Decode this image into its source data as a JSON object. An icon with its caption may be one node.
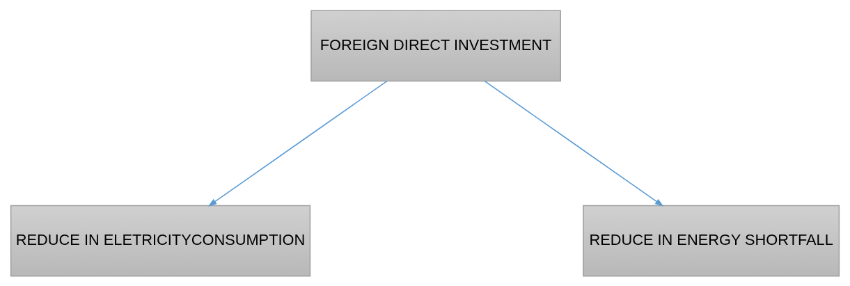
{
  "diagram": {
    "nodes": [
      {
        "text": [
          "FOREIGN DIRECT INVESTMENT"
        ]
      },
      {
        "text": [
          "REDUCE IN ELETRICITYCONSUMPTION"
        ]
      },
      {
        "text": [
          "REDUCE IN ENERGY SHORTFALL"
        ]
      }
    ],
    "edges": [
      {
        "from": 0,
        "to": 1,
        "arrow": "to"
      },
      {
        "from": 0,
        "to": 2,
        "arrow": "to"
      }
    ]
  }
}
